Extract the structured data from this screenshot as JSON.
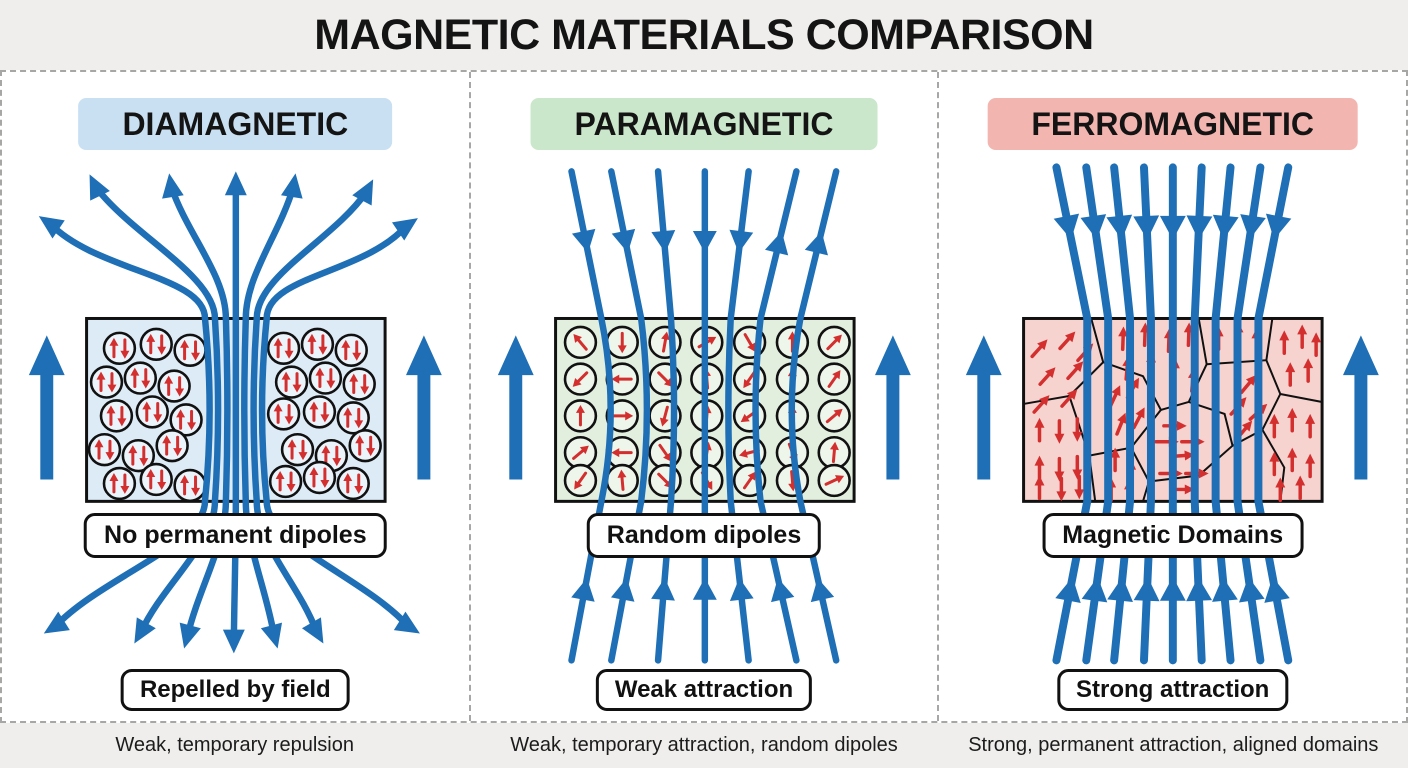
{
  "title": "MAGNETIC MATERIALS COMPARISON",
  "colors": {
    "field_line": "#1e6fb5",
    "dipole_red": "#d32f2f",
    "outline": "#111111",
    "dashed_border": "#a7a7a5",
    "band_bg": "#efeeec"
  },
  "panels": [
    {
      "header": "DIAMAGNETIC",
      "header_bg": "#c9e0f2",
      "box_bg": "#ddebf7",
      "circle_fill": "#ecf4fb",
      "box_label": "No permanent dipoles",
      "effect_label": "Repelled by field",
      "caption": "Weak, temporary repulsion",
      "field_behavior": "repelled",
      "dipole_type": "paired",
      "dipoles": [
        [
          33,
          30
        ],
        [
          70,
          26
        ],
        [
          104,
          32
        ],
        [
          20,
          64
        ],
        [
          54,
          60
        ],
        [
          88,
          68
        ],
        [
          30,
          98
        ],
        [
          66,
          94
        ],
        [
          100,
          102
        ],
        [
          18,
          132
        ],
        [
          52,
          138
        ],
        [
          86,
          128
        ],
        [
          33,
          166
        ],
        [
          70,
          162
        ],
        [
          104,
          168
        ],
        [
          198,
          30
        ],
        [
          232,
          26
        ],
        [
          266,
          32
        ],
        [
          206,
          64
        ],
        [
          240,
          60
        ],
        [
          274,
          66
        ],
        [
          198,
          96
        ],
        [
          234,
          94
        ],
        [
          268,
          100
        ],
        [
          212,
          132
        ],
        [
          246,
          138
        ],
        [
          280,
          128
        ],
        [
          200,
          164
        ],
        [
          234,
          160
        ],
        [
          268,
          166
        ]
      ]
    },
    {
      "header": "PARAMAGNETIC",
      "header_bg": "#cbe7cb",
      "box_bg": "#e2efdf",
      "circle_fill": "#eef5ea",
      "box_label": "Random dipoles",
      "effect_label": "Weak attraction",
      "caption": "Weak, temporary attraction, random dipoles",
      "field_behavior": "weak_attraction",
      "dipole_type": "single",
      "dipoles": [
        [
          25,
          24,
          130
        ],
        [
          67,
          24,
          270
        ],
        [
          110,
          24,
          80
        ],
        [
          152,
          24,
          30
        ],
        [
          195,
          24,
          300
        ],
        [
          238,
          24,
          90
        ],
        [
          280,
          24,
          45
        ],
        [
          25,
          61,
          225
        ],
        [
          67,
          61,
          180
        ],
        [
          110,
          61,
          315
        ],
        [
          152,
          61,
          95
        ],
        [
          195,
          61,
          235
        ],
        [
          238,
          61,
          90
        ],
        [
          280,
          61,
          55
        ],
        [
          25,
          98,
          90
        ],
        [
          67,
          98,
          0
        ],
        [
          110,
          98,
          255
        ],
        [
          152,
          98,
          85
        ],
        [
          195,
          98,
          215
        ],
        [
          238,
          98,
          90
        ],
        [
          280,
          98,
          40
        ],
        [
          25,
          135,
          40
        ],
        [
          67,
          135,
          180
        ],
        [
          110,
          135,
          305
        ],
        [
          152,
          135,
          80
        ],
        [
          195,
          135,
          195
        ],
        [
          238,
          135,
          290
        ],
        [
          280,
          135,
          85
        ],
        [
          25,
          163,
          235
        ],
        [
          67,
          163,
          95
        ],
        [
          110,
          163,
          315
        ],
        [
          152,
          163,
          300
        ],
        [
          195,
          163,
          55
        ],
        [
          238,
          163,
          275
        ],
        [
          280,
          163,
          25
        ]
      ]
    },
    {
      "header": "FERROMAGNETIC",
      "header_bg": "#f3b5b0",
      "box_bg": "#f7d3cf",
      "box_label": "Magnetic Domains",
      "effect_label": "Strong attraction",
      "caption": "Strong, permanent attraction, aligned domains",
      "field_behavior": "strong_attraction",
      "dipole_type": "domains",
      "domain_boundaries": [
        [
          [
            68,
            0
          ],
          [
            80,
            44
          ],
          [
            46,
            78
          ],
          [
            0,
            86
          ]
        ],
        [
          [
            80,
            44
          ],
          [
            120,
            58
          ],
          [
            138,
            92
          ],
          [
            108,
            130
          ],
          [
            66,
            138
          ],
          [
            46,
            78
          ]
        ],
        [
          [
            66,
            138
          ],
          [
            72,
            184
          ]
        ],
        [
          [
            108,
            130
          ],
          [
            126,
            164
          ],
          [
            120,
            184
          ]
        ],
        [
          [
            138,
            92
          ],
          [
            166,
            84
          ],
          [
            184,
            46
          ],
          [
            176,
            0
          ]
        ],
        [
          [
            166,
            84
          ],
          [
            202,
            96
          ],
          [
            210,
            128
          ],
          [
            176,
            158
          ],
          [
            126,
            164
          ]
        ],
        [
          [
            184,
            46
          ],
          [
            244,
            42
          ],
          [
            250,
            0
          ]
        ],
        [
          [
            244,
            42
          ],
          [
            258,
            76
          ],
          [
            240,
            112
          ],
          [
            210,
            128
          ]
        ],
        [
          [
            258,
            76
          ],
          [
            300,
            84
          ]
        ],
        [
          [
            240,
            112
          ],
          [
            262,
            150
          ],
          [
            258,
            184
          ]
        ]
      ],
      "domain_arrows": [
        [
          16,
          30,
          48
        ],
        [
          44,
          22,
          48
        ],
        [
          62,
          34,
          48
        ],
        [
          24,
          58,
          48
        ],
        [
          52,
          52,
          48
        ],
        [
          18,
          86,
          48
        ],
        [
          46,
          80,
          48
        ],
        [
          92,
          78,
          65
        ],
        [
          110,
          70,
          60
        ],
        [
          98,
          106,
          68
        ],
        [
          116,
          100,
          62
        ],
        [
          16,
          112,
          90
        ],
        [
          36,
          114,
          270
        ],
        [
          54,
          112,
          270
        ],
        [
          16,
          150,
          90
        ],
        [
          36,
          152,
          270
        ],
        [
          54,
          150,
          270
        ],
        [
          16,
          170,
          90
        ],
        [
          38,
          172,
          270
        ],
        [
          56,
          170,
          270
        ],
        [
          100,
          20,
          88
        ],
        [
          122,
          16,
          88
        ],
        [
          146,
          22,
          88
        ],
        [
          166,
          16,
          88
        ],
        [
          104,
          50,
          85
        ],
        [
          128,
          46,
          87
        ],
        [
          152,
          52,
          88
        ],
        [
          170,
          62,
          85
        ],
        [
          152,
          108,
          0
        ],
        [
          144,
          124,
          0
        ],
        [
          160,
          138,
          4
        ],
        [
          148,
          156,
          0
        ],
        [
          170,
          124,
          0
        ],
        [
          174,
          156,
          0
        ],
        [
          160,
          172,
          0
        ],
        [
          226,
          66,
          50
        ],
        [
          216,
          88,
          48
        ],
        [
          236,
          94,
          42
        ],
        [
          222,
          112,
          50
        ],
        [
          196,
          20,
          90
        ],
        [
          216,
          16,
          90
        ],
        [
          234,
          22,
          90
        ],
        [
          262,
          24,
          90
        ],
        [
          280,
          18,
          90
        ],
        [
          294,
          26,
          90
        ],
        [
          268,
          56,
          90
        ],
        [
          286,
          52,
          90
        ],
        [
          252,
          108,
          90
        ],
        [
          270,
          102,
          90
        ],
        [
          288,
          108,
          90
        ],
        [
          252,
          146,
          90
        ],
        [
          270,
          142,
          90
        ],
        [
          288,
          148,
          90
        ],
        [
          258,
          172,
          90
        ],
        [
          278,
          170,
          90
        ],
        [
          92,
          142,
          90
        ],
        [
          108,
          154,
          88
        ],
        [
          88,
          172,
          90
        ],
        [
          106,
          174,
          90
        ]
      ]
    }
  ]
}
